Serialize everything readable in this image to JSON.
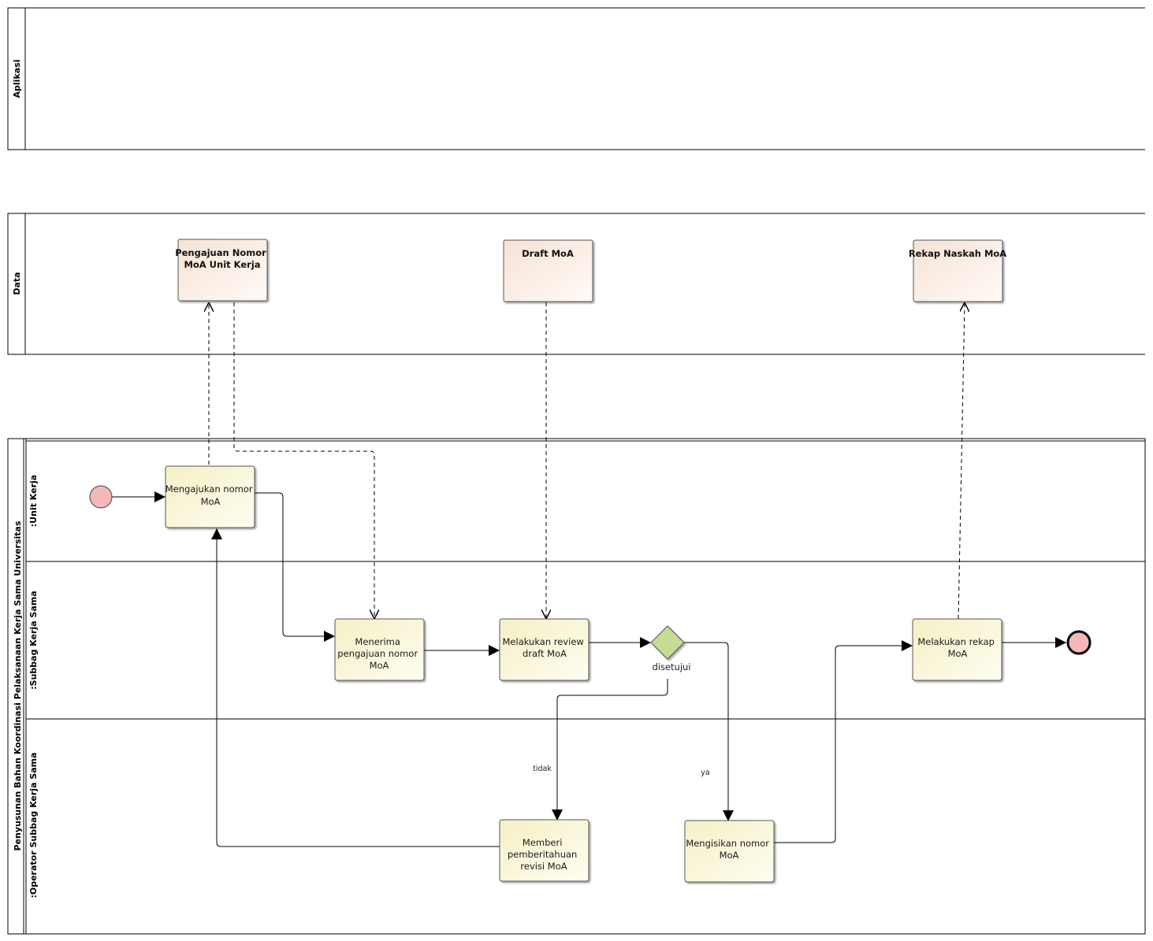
{
  "pools": {
    "aplikasi": {
      "label": "Aplikasi"
    },
    "data": {
      "label": "Data"
    },
    "process": {
      "label": "Penyusunan Bahan Koordinasi Pelaksanaan Kerja Sama Universitas",
      "lanes": [
        {
          "label": ":Unit Kerja"
        },
        {
          "label": ":Subbag Kerja Sama"
        },
        {
          "label": ":Operator Subbag Kerja Sama"
        }
      ]
    }
  },
  "data_objects": [
    {
      "lines": [
        "Pengajuan Nomor",
        "MoA Unit Kerja"
      ]
    },
    {
      "lines": [
        "Draft MoA"
      ]
    },
    {
      "lines": [
        "Rekap Naskah MoA"
      ]
    }
  ],
  "tasks": [
    {
      "lines": [
        "Mengajukan nomor",
        "MoA"
      ]
    },
    {
      "lines": [
        "Menerima",
        "pengajuan nomor",
        "MoA"
      ]
    },
    {
      "lines": [
        "Melakukan review",
        "draft MoA"
      ]
    },
    {
      "lines": [
        "Melakukan rekap",
        "MoA"
      ]
    },
    {
      "lines": [
        "Memberi",
        "pemberitahuan",
        "revisi MoA"
      ]
    },
    {
      "lines": [
        "Mengisikan nomor",
        "MoA"
      ]
    }
  ],
  "gateway": {
    "label": "disetujui"
  },
  "edge_labels": {
    "no": "tidak",
    "yes": "ya"
  },
  "colors": {
    "task_fill_start": "#f4f0c4",
    "task_fill_end": "#fffdf2",
    "task_stroke": "#555555",
    "data_fill_start": "#f6e3d6",
    "data_fill_end": "#fffaf6",
    "gateway_fill": "#c5dd92",
    "start_fill": "#f4b8b8",
    "end_fill": "#f4b8b8"
  }
}
